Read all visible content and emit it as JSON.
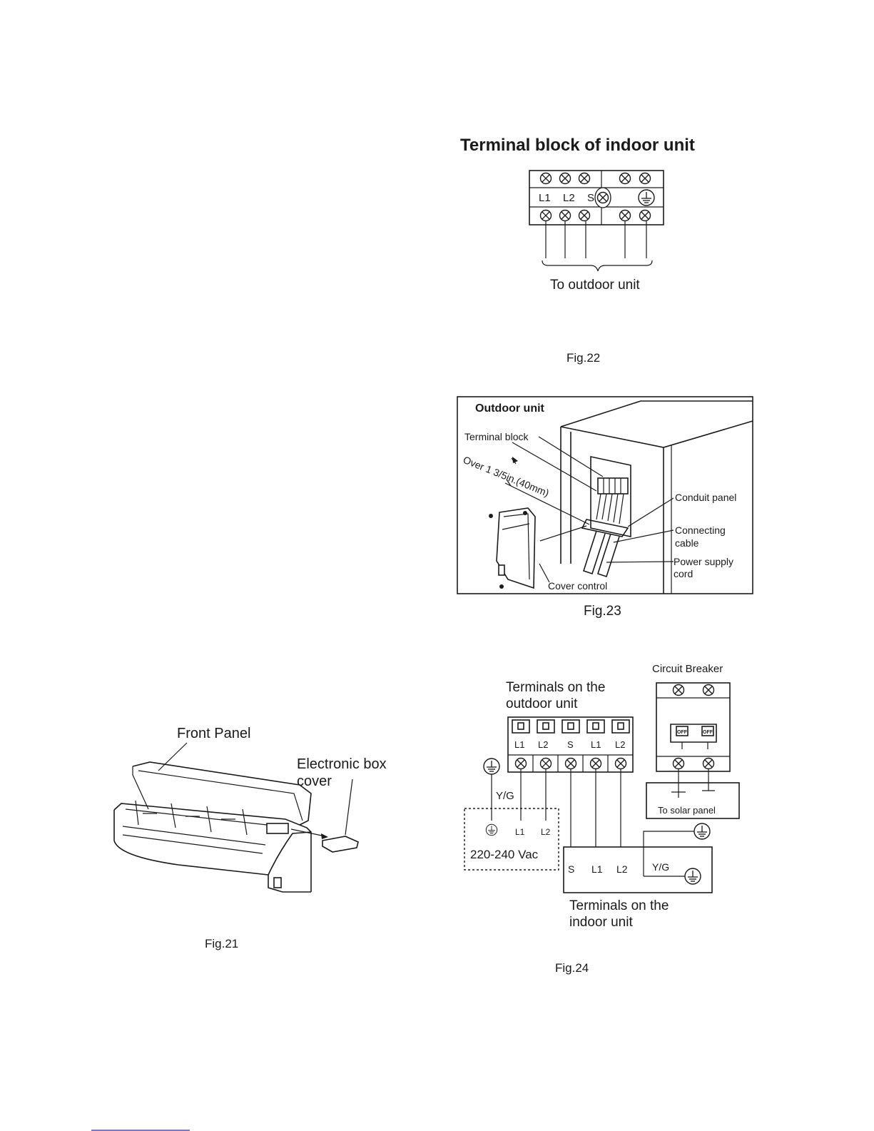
{
  "fig22": {
    "title": "Terminal block of indoor unit",
    "labels": [
      "L1",
      "L2",
      "S"
    ],
    "bottom_label": "To outdoor unit",
    "caption": "Fig.22"
  },
  "fig23": {
    "title": "Outdoor unit",
    "terminal_block": "Terminal block",
    "distance": "Over 1 3/5in.(40mm)",
    "conduit_panel": "Conduit panel",
    "connecting_cable_1": "Connecting",
    "connecting_cable_2": "cable",
    "power_supply_1": "Power supply",
    "power_supply_2": "cord",
    "cover_control": "Cover control",
    "caption": "Fig.23"
  },
  "fig24": {
    "circuit_breaker": "Circuit Breaker",
    "off": "OFF",
    "outdoor_title_1": "Terminals on the",
    "outdoor_title_2": "outdoor unit",
    "outdoor_labels": [
      "L1",
      "L2",
      "S",
      "L1",
      "L2"
    ],
    "yg": "Y/G",
    "supply_labels": [
      "L1",
      "L2"
    ],
    "voltage": "220-240 Vac",
    "solar": "To solar panel",
    "indoor_labels": [
      "S",
      "L1",
      "L2"
    ],
    "indoor_yg": "Y/G",
    "indoor_title_1": "Terminals on the",
    "indoor_title_2": "indoor unit",
    "caption": "Fig.24"
  },
  "fig21": {
    "front_panel": "Front Panel",
    "ebox_1": "Electronic box",
    "ebox_2": "cover",
    "caption": "Fig.21"
  }
}
